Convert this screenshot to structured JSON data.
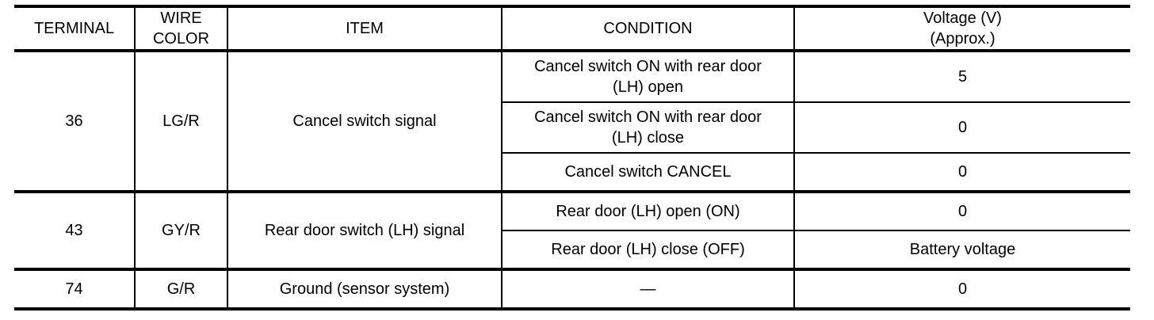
{
  "table": {
    "columns": [
      {
        "key": "terminal",
        "label": "TERMINAL"
      },
      {
        "key": "wire_color",
        "label_line1": "WIRE",
        "label_line2": "COLOR"
      },
      {
        "key": "item",
        "label": "ITEM"
      },
      {
        "key": "condition",
        "label": "CONDITION"
      },
      {
        "key": "voltage",
        "label_line1": "Voltage (V)",
        "label_line2": "(Approx.)"
      }
    ],
    "groups": [
      {
        "terminal": "36",
        "wire_color": "LG/R",
        "item": "Cancel switch signal",
        "rows": [
          {
            "condition_line1": "Cancel switch ON with rear door",
            "condition_line2": "(LH) open",
            "voltage": "5"
          },
          {
            "condition_line1": "Cancel switch ON with rear door",
            "condition_line2": "(LH) close",
            "voltage": "0"
          },
          {
            "condition_line1": "Cancel switch CANCEL",
            "condition_line2": "",
            "voltage": "0"
          }
        ]
      },
      {
        "terminal": "43",
        "wire_color": "GY/R",
        "item": "Rear door switch (LH) signal",
        "rows": [
          {
            "condition_line1": "Rear door (LH) open (ON)",
            "condition_line2": "",
            "voltage": "0"
          },
          {
            "condition_line1": "Rear door (LH) close (OFF)",
            "condition_line2": "",
            "voltage": "Battery voltage"
          }
        ]
      },
      {
        "terminal": "74",
        "wire_color": "G/R",
        "item": "Ground (sensor system)",
        "rows": [
          {
            "condition_line1": "—",
            "condition_line2": "",
            "voltage": "0"
          }
        ]
      }
    ]
  },
  "colors": {
    "rule": "#000000",
    "text": "#000000",
    "background": "#ffffff"
  }
}
